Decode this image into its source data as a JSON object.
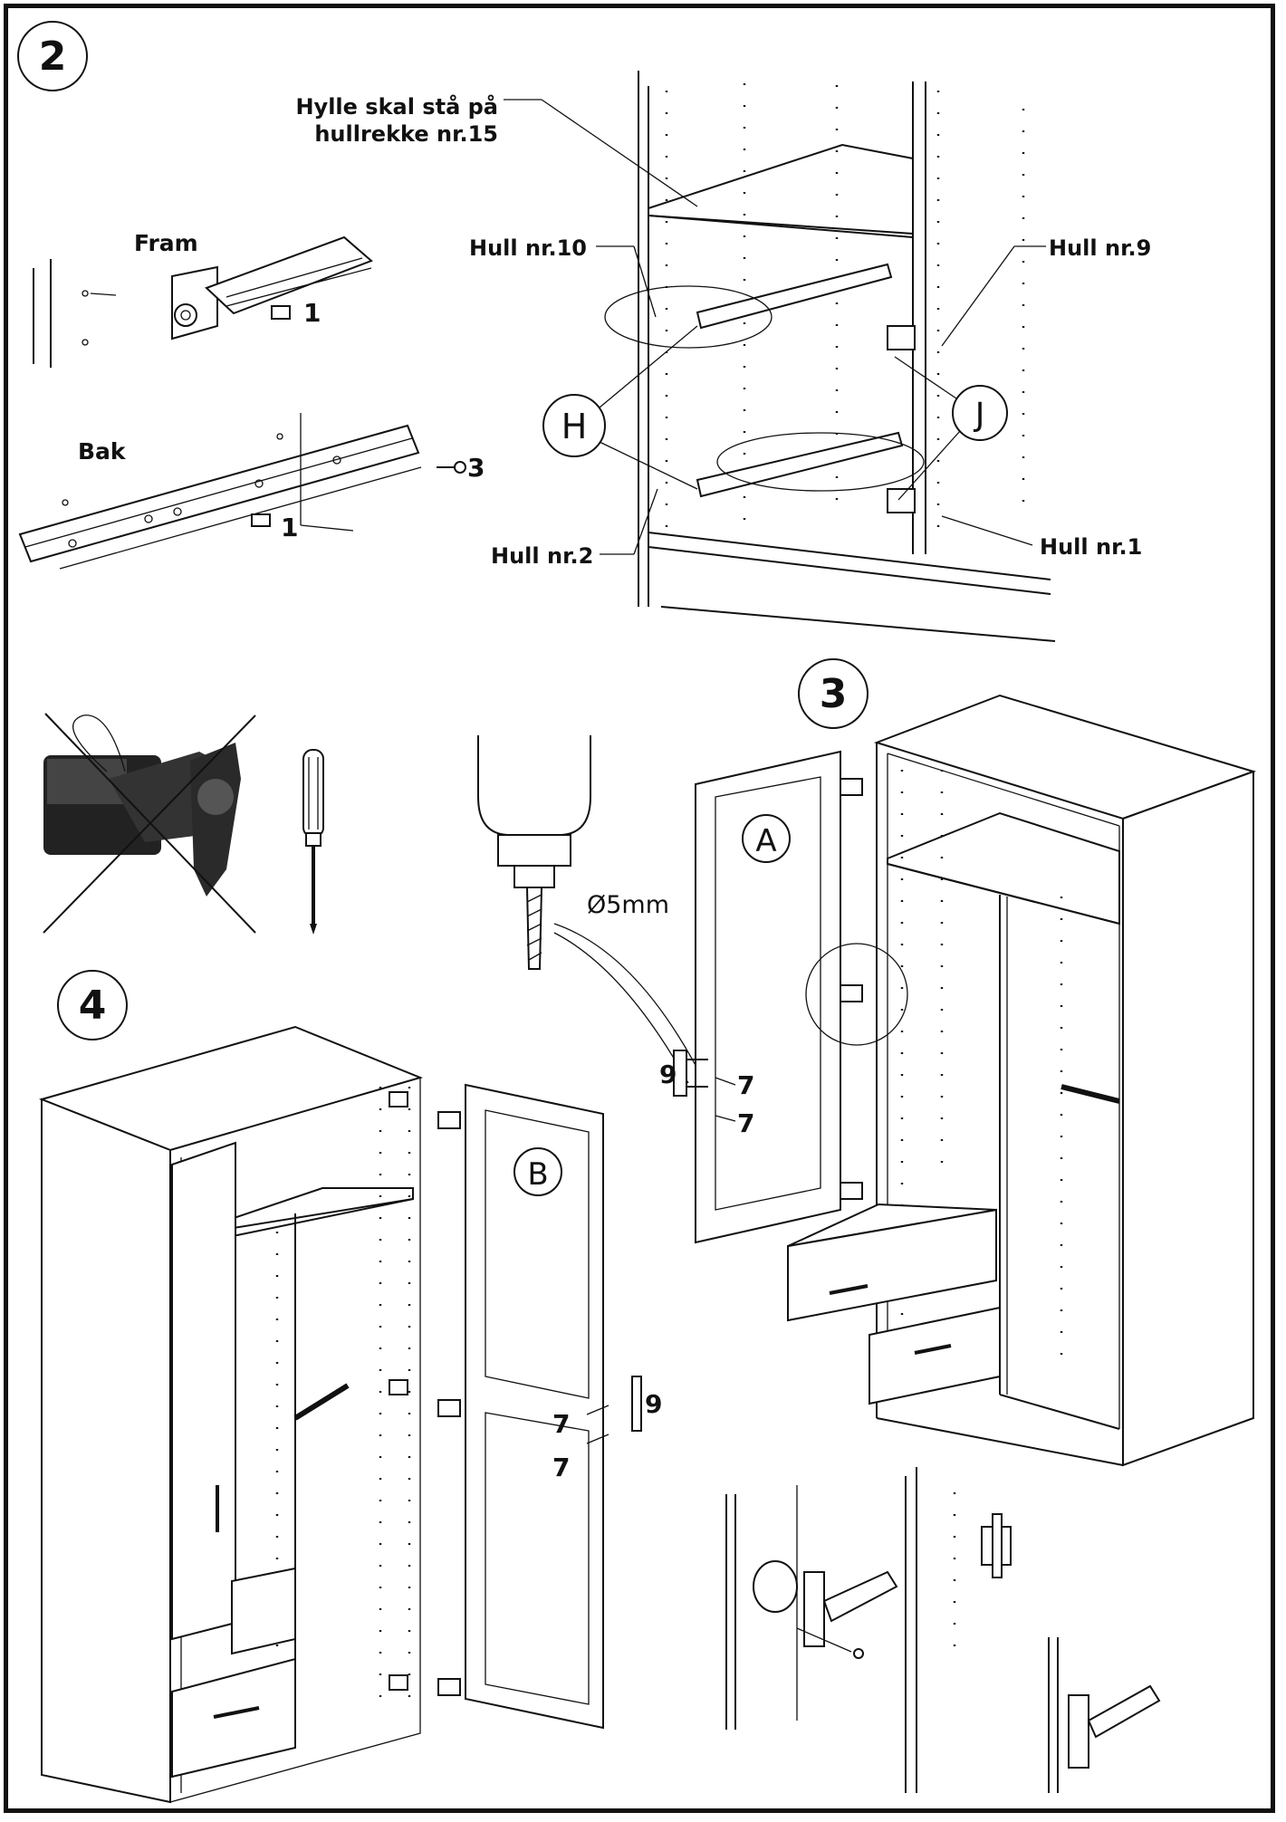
{
  "steps": {
    "s2": "2",
    "s3": "3",
    "s4": "4"
  },
  "step2": {
    "shelf_note_line1": "Hylle skal stå på",
    "shelf_note_line2": "hullrekke nr.15",
    "front_label": "Fram",
    "back_label": "Bak",
    "hole10": "Hull nr.10",
    "hole9": "Hull nr.9",
    "hole2": "Hull nr.2",
    "hole1": "Hull nr.1",
    "part_h": "H",
    "part_j": "J",
    "part_1a": "1",
    "part_1b": "1",
    "part_3": "3"
  },
  "step3": {
    "door_a": "A",
    "drill_size": "Ø5mm",
    "part_9": "9",
    "part_7a": "7",
    "part_7b": "7"
  },
  "step4": {
    "door_b": "B",
    "part_9": "9",
    "part_7a": "7",
    "part_7b": "7"
  },
  "icons": [
    "drill-crossed-out-icon",
    "screwdriver-icon",
    "drill-bit-icon",
    "hinge-icon"
  ],
  "colors": {
    "ink": "#111111",
    "background": "#ffffff"
  }
}
